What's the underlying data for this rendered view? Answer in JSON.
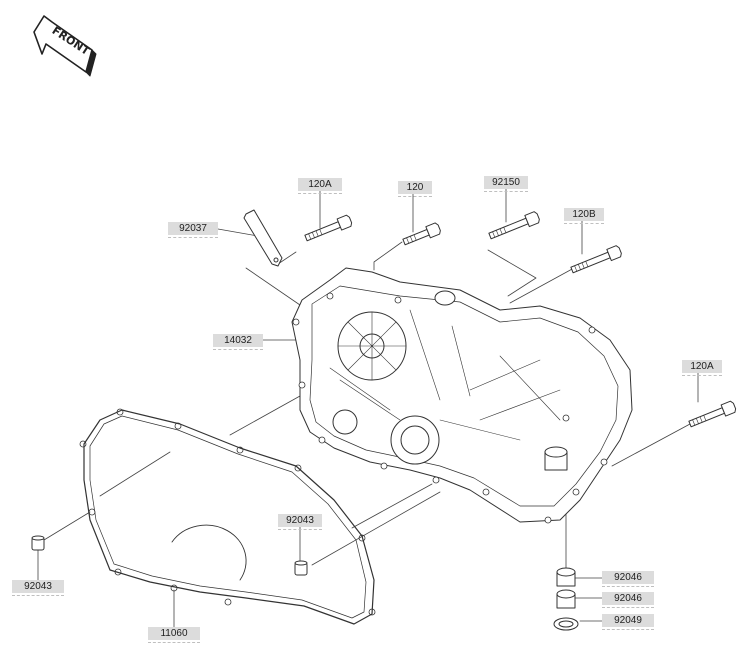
{
  "front_badge": {
    "text": "FRONT"
  },
  "callouts": [
    {
      "id": "120A-top",
      "label": "120A"
    },
    {
      "id": "120-top",
      "label": "120"
    },
    {
      "id": "92150",
      "label": "92150"
    },
    {
      "id": "120B",
      "label": "120B"
    },
    {
      "id": "92037",
      "label": "92037"
    },
    {
      "id": "14032",
      "label": "14032"
    },
    {
      "id": "120A-right",
      "label": "120A"
    },
    {
      "id": "92043-mid",
      "label": "92043"
    },
    {
      "id": "92043-left",
      "label": "92043"
    },
    {
      "id": "11060",
      "label": "11060"
    },
    {
      "id": "92046-a",
      "label": "92046"
    },
    {
      "id": "92046-b",
      "label": "92046"
    },
    {
      "id": "92049",
      "label": "92049"
    }
  ],
  "colors": {
    "line": "#333333",
    "label_bg": "#dcdcdc",
    "background": "#ffffff"
  }
}
